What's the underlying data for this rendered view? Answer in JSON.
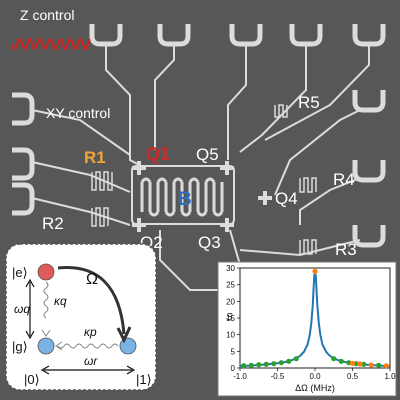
{
  "labels": {
    "z_control": "Z control",
    "xy_control": "XY control",
    "r1": "R1",
    "q1": "Q1",
    "q5": "Q5",
    "r5": "R5",
    "r4": "R4",
    "r2": "R2",
    "b": "B",
    "q4": "Q4",
    "q2": "Q2",
    "q3": "Q3",
    "r3": "R3"
  },
  "inset": {
    "state_e": "|e⟩",
    "state_g": "|g⟩",
    "state_0": "|0⟩",
    "state_1": "|1⟩",
    "omega": "Ω",
    "omega_q": "ωq",
    "kappa_q": "κq",
    "kappa_p": "κp",
    "omega_r": "ωr"
  },
  "colors": {
    "chip_bg": "#575757",
    "metal": "#dcdcdc",
    "r1_color": "#f2a33a",
    "q1_color": "#cc2b2b",
    "b_color": "#2f6fb5",
    "z_wave": "#d32020",
    "node_e": "#e05a5a",
    "node_g": "#7ab2e6",
    "curve": "#1f77b4",
    "data_green": "#2ca02c",
    "data_orange": "#ff7f0e"
  },
  "chart_data": {
    "type": "line",
    "xlabel": "ΔΩ (MHz)",
    "ylabel": "S",
    "xlim": [
      -1.0,
      1.0
    ],
    "ylim": [
      0,
      30
    ],
    "xticks": [
      "-1.0",
      "-0.5",
      "0.0",
      "0.5",
      "1.0"
    ],
    "yticks": [
      "0",
      "5",
      "10",
      "15",
      "20",
      "25",
      "30"
    ],
    "grid": false,
    "series": [
      {
        "kind": "fit",
        "x": [
          -1.0,
          -0.9,
          -0.8,
          -0.7,
          -0.6,
          -0.5,
          -0.4,
          -0.3,
          -0.2,
          -0.15,
          -0.1,
          -0.07,
          -0.05,
          -0.03,
          -0.02,
          -0.01,
          0.0,
          0.01,
          0.02,
          0.03,
          0.05,
          0.07,
          0.1,
          0.15,
          0.2,
          0.3,
          0.4,
          0.5,
          0.6,
          0.7,
          0.8,
          0.9,
          1.0
        ],
        "y": [
          0.6,
          0.7,
          0.8,
          1.0,
          1.2,
          1.4,
          1.8,
          2.4,
          3.6,
          4.8,
          7.0,
          10.0,
          13.5,
          19.0,
          23.5,
          27.5,
          29.0,
          27.5,
          23.5,
          19.0,
          13.5,
          10.0,
          7.0,
          4.8,
          3.6,
          2.4,
          1.8,
          1.4,
          1.2,
          1.0,
          0.8,
          0.7,
          0.6
        ]
      },
      {
        "kind": "data_green",
        "x": [
          -0.95,
          -0.85,
          -0.75,
          -0.65,
          -0.55,
          -0.45,
          -0.35,
          -0.25,
          0.25,
          0.35,
          0.45,
          0.55,
          0.65,
          0.85
        ],
        "y": [
          0.7,
          0.8,
          1.0,
          1.1,
          1.3,
          1.6,
          2.0,
          2.8,
          2.8,
          2.0,
          1.6,
          1.3,
          1.1,
          0.8
        ]
      },
      {
        "kind": "data_orange",
        "x": [
          0.0,
          0.5,
          0.6,
          0.75,
          0.95
        ],
        "y": [
          29.0,
          1.4,
          1.2,
          0.9,
          0.7
        ]
      }
    ]
  }
}
